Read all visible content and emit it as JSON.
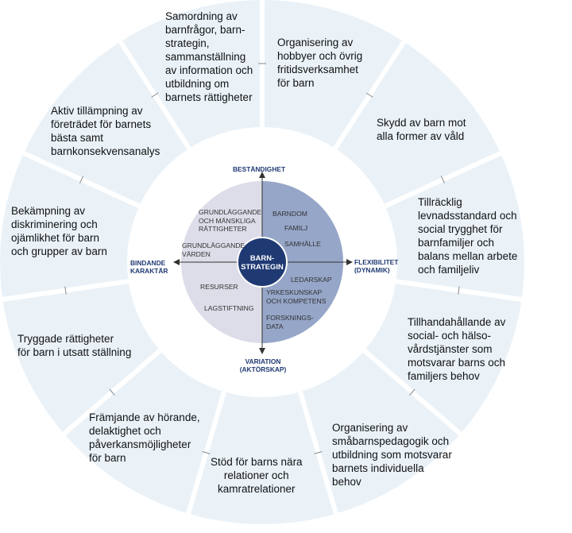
{
  "center": {
    "line1": "BARN-",
    "line2": "STRATEGIN"
  },
  "axes": {
    "top": "BESTÄNDIGHET",
    "right": [
      "FLEXIBILITET",
      "(DYNAMIK)"
    ],
    "bottom": [
      "VARIATION",
      "(AKTÖRSKAP)"
    ],
    "left": [
      "BINDANDE",
      "KARAKTÄR"
    ]
  },
  "inner_left": {
    "top": [
      "GRUNDLÄGGANDE",
      "OCH MÄNSKLIGA",
      "RÄTTIGHETER"
    ],
    "mid": [
      "GRUNDLÄGGANDE",
      "VÄRDEN"
    ],
    "resurser": "RESURSER",
    "lagstiftning": "LAGSTIFTNING"
  },
  "inner_right": {
    "barndom": "BARNDOM",
    "familj": "FAMILJ",
    "samhalle": "SAMHÄLLE",
    "ledarskap": "LEDARSKAP",
    "yrkes": [
      "YRKESKUNSKAP",
      "OCH KOMPETENS"
    ],
    "forskning": [
      "FORSKNINGS-",
      "DATA"
    ]
  },
  "segments": [
    [
      "Samordning av",
      "barnfrågor, barn-",
      "strategin,",
      "sammanställning",
      "av information och",
      "utbildning om",
      "barnets rättigheter"
    ],
    [
      "Organisering av",
      "hobbyer och övrig",
      "fritidsverksamhet",
      "för barn"
    ],
    [
      "Skydd av barn mot",
      "alla former av våld"
    ],
    [
      "Tillräcklig",
      "levnadsstandard och",
      "social trygghet för",
      "barnfamiljer och",
      "balans mellan arbete",
      "och familjeliv"
    ],
    [
      "Tillhandahållande av",
      "social- och hälso-",
      "vårdstjänster som",
      "motsvarar barns och",
      "familjers behov"
    ],
    [
      "Organisering av",
      "småbarnspedagogik och",
      "utbildning som motsvarar",
      "barnets individuella",
      "behov"
    ],
    [
      "Stöd för barns nära",
      "relationer och",
      "kamratrelationer"
    ],
    [
      "Främjande av hörande,",
      "delaktighet och",
      "påverkansmöjligheter",
      "för barn"
    ],
    [
      "Tryggade rättigheter",
      "för barn i utsatt ställning"
    ],
    [
      "Bekämpning av",
      "diskriminering och",
      "ojämlikhet för barn",
      "och grupper av barn"
    ],
    [
      "Aktiv tillämpning av",
      "företrädet för barnets",
      "bästa samt",
      "barnkonsekvensanalys"
    ]
  ],
  "colors": {
    "ring": "#eaf2f8",
    "inner_left": "#dcdde8",
    "inner_right": "#95a6c8",
    "center": "#1f3a73",
    "axis_label": "#1f3a73"
  }
}
